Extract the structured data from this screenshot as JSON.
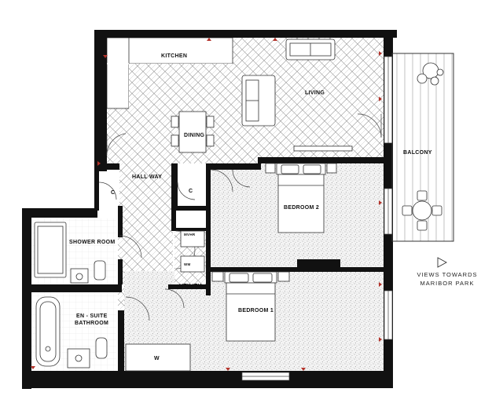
{
  "rooms": {
    "kitchen": "KITCHEN",
    "living": "LIVING",
    "dining": "DINING",
    "balcony": "BALCONY",
    "hallway": "HALL WAY",
    "cupboard_left": "C",
    "cupboard_right": "C",
    "bedroom2": "BEDROOM 2",
    "shower_room": "SHOWER ROOM",
    "mvhr": "MVHR",
    "wm": "WM",
    "utility": "UTILITY",
    "ensuite_line1": "EN - SUITE",
    "ensuite_line2": "BATHROOM",
    "bedroom1": "BEDROOM 1",
    "wardrobe": "W"
  },
  "view_note": {
    "line1": "VIEWS TOWARDS",
    "line2": "MARIBOR PARK",
    "arrow_icon": "view-direction-arrow-icon"
  },
  "colors": {
    "wall": "#111111",
    "window_mark": "#b3322a",
    "floor_line": "#9a9a9a"
  }
}
